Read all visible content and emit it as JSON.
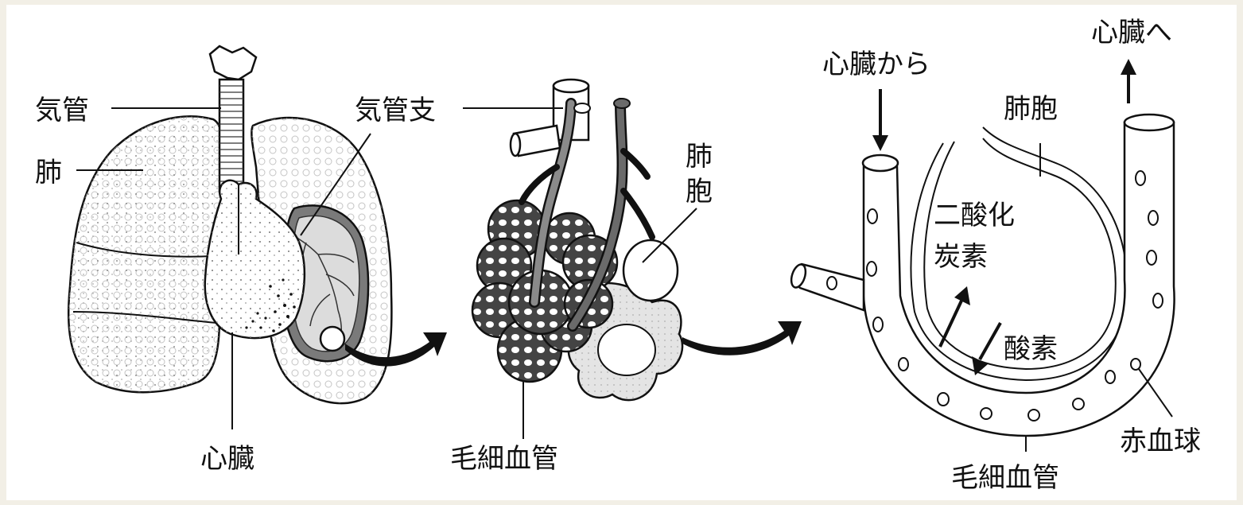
{
  "labels": {
    "trachea": "気管",
    "lung": "肺",
    "heart": "心臓",
    "bronchus": "気管支",
    "alveolus_top": "肺",
    "alveolus_bottom": "胞",
    "capillary_middle": "毛細血管",
    "from_heart": "心臓から",
    "to_heart": "心臓へ",
    "alveolus_right": "肺胞",
    "co2_line1": "二酸化",
    "co2_line2": "炭素",
    "oxygen": "酸素",
    "red_blood_cell": "赤血球",
    "capillary_right": "毛細血管"
  },
  "colors": {
    "background": "#f2efe6",
    "panel": "#ffffff",
    "ink": "#111111",
    "dark_fill": "#555555",
    "mid_fill": "#9a9a9a",
    "light_fill": "#e9e9e9"
  }
}
